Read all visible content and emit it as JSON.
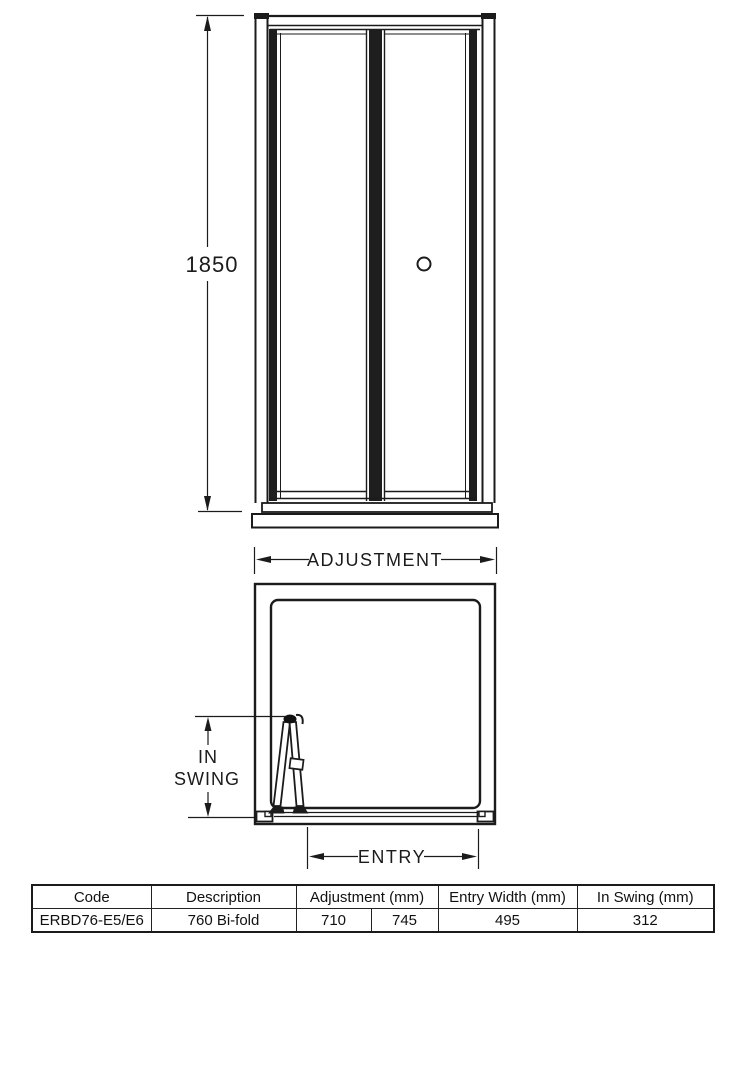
{
  "diagram": {
    "line_color": "#1b1b1b",
    "height_label": "1850",
    "adjustment_label": "ADJUSTMENT",
    "in_swing_label_line1": "IN",
    "in_swing_label_line2": "SWING",
    "entry_label": "ENTRY"
  },
  "table": {
    "headers": [
      "Code",
      "Description",
      "Adjustment (mm)",
      "Entry Width (mm)",
      "In Swing (mm)"
    ],
    "row": {
      "code": "ERBD76-E5/E6",
      "description": "760 Bi-fold",
      "adjustment_min": "710",
      "adjustment_max": "745",
      "entry_width": "495",
      "in_swing": "312"
    }
  }
}
